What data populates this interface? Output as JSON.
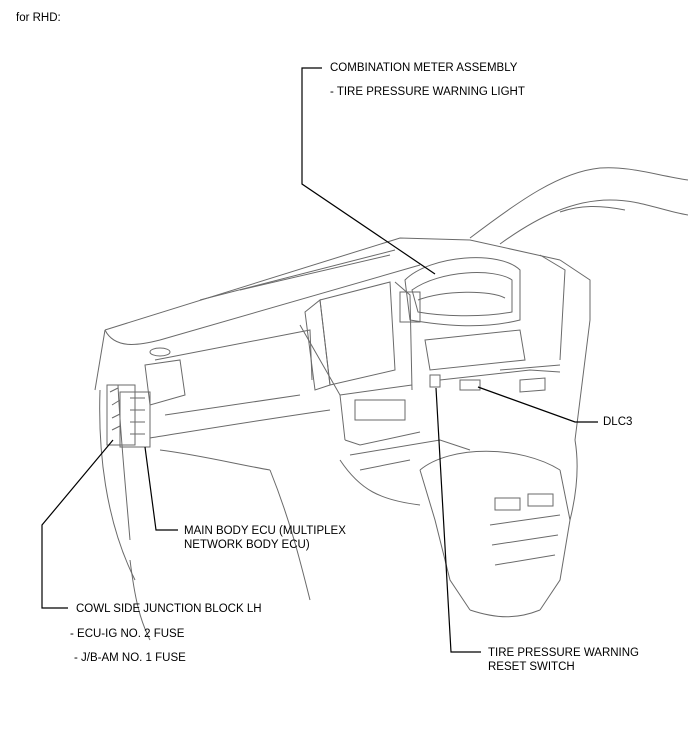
{
  "header": {
    "text": "for RHD:"
  },
  "callouts": {
    "combination_meter": {
      "title": "COMBINATION METER ASSEMBLY",
      "sub": "- TIRE PRESSURE WARNING LIGHT"
    },
    "dlc3": {
      "title": "DLC3"
    },
    "main_body_ecu": {
      "line1": "MAIN BODY ECU (MULTIPLEX",
      "line2": "NETWORK BODY ECU)"
    },
    "cowl_side": {
      "title": "COWL SIDE JUNCTION BLOCK LH",
      "sub1": "- ECU-IG NO. 2 FUSE",
      "sub2": "- J/B-AM NO. 1 FUSE"
    },
    "tire_reset": {
      "line1": "TIRE PRESSURE WARNING",
      "line2": "RESET SWITCH"
    }
  }
}
